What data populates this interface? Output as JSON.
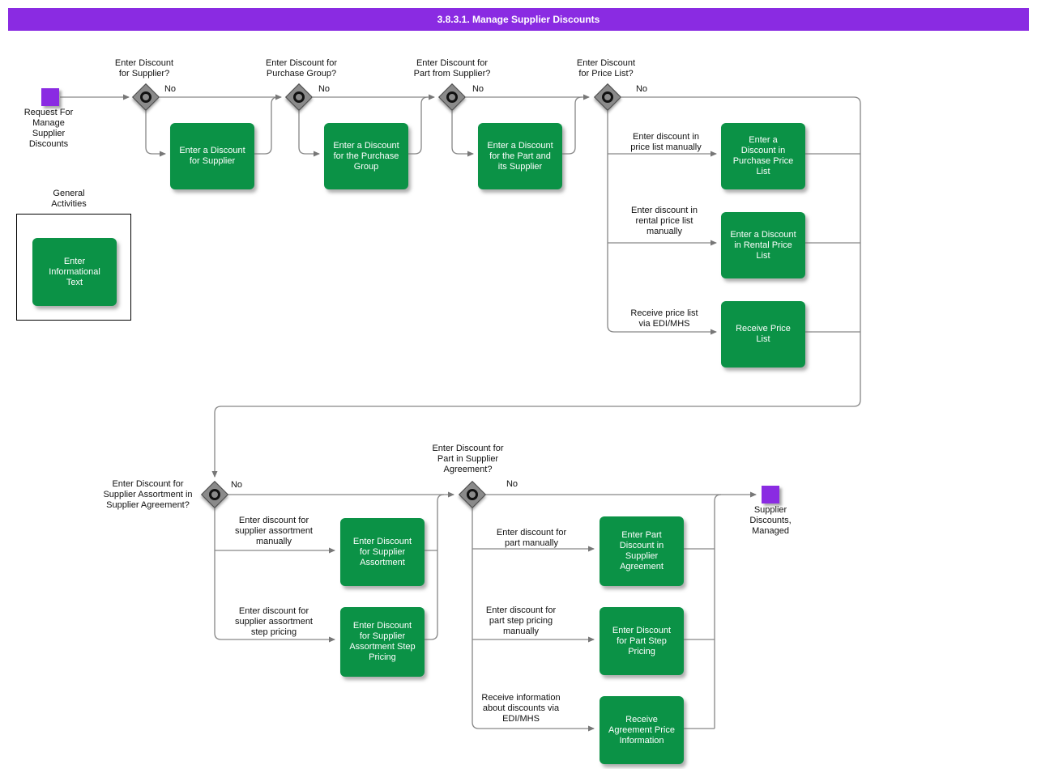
{
  "title_bar": {
    "text": "3.8.3.1. Manage Supplier Discounts"
  },
  "colors": {
    "activity_green": "#0b9246",
    "event_purple": "#8a2be2",
    "line_gray": "#868686"
  },
  "start_event": {
    "label": "Request For\nManage\nSupplier\nDiscounts"
  },
  "end_event": {
    "label": "Supplier\nDiscounts,\nManaged"
  },
  "general_activities": {
    "title": "General\nActivities"
  },
  "decisions": [
    {
      "question": "Enter Discount\nfor Supplier?",
      "no_label": "No"
    },
    {
      "question": "Enter Discount for\nPurchase Group?",
      "no_label": "No"
    },
    {
      "question": "Enter Discount for\nPart from Supplier?",
      "no_label": "No"
    },
    {
      "question": "Enter Discount\nfor Price List?",
      "no_label": "No"
    },
    {
      "question": "Enter Discount for\nSupplier Assortment in\nSupplier Agreement?",
      "no_label": "No"
    },
    {
      "question": "Enter Discount for\nPart in Supplier\nAgreement?",
      "no_label": "No"
    }
  ],
  "activities": [
    {
      "label": "Enter a Discount\nfor Supplier"
    },
    {
      "label": "Enter a Discount\nfor the Purchase\nGroup"
    },
    {
      "label": "Enter a Discount\nfor the Part and\nits Supplier"
    },
    {
      "label": "Enter a\nDiscount in\nPurchase Price\nList"
    },
    {
      "label": "Enter a Discount\nin Rental Price\nList"
    },
    {
      "label": "Receive Price\nList"
    },
    {
      "label": "Enter\nInformational\nText"
    },
    {
      "label": "Enter Discount\nfor Supplier\nAssortment"
    },
    {
      "label": "Enter Discount\nfor Supplier\nAssortment Step\nPricing"
    },
    {
      "label": "Enter Part\nDiscount in\nSupplier\nAgreement"
    },
    {
      "label": "Enter Discount\nfor Part Step\nPricing"
    },
    {
      "label": "Receive\nAgreement Price\nInformation"
    }
  ],
  "branch_labels": [
    {
      "text": "Enter discount in\nprice list manually"
    },
    {
      "text": "Enter discount in\nrental price list\nmanually"
    },
    {
      "text": "Receive price list\nvia EDI/MHS"
    },
    {
      "text": "Enter discount for\nsupplier assortment\nmanually"
    },
    {
      "text": "Enter discount for\nsupplier assortment\nstep pricing"
    },
    {
      "text": "Enter discount for\npart manually"
    },
    {
      "text": "Enter discount for\npart step pricing\nmanually"
    },
    {
      "text": "Receive information\nabout discounts via\nEDI/MHS"
    }
  ]
}
